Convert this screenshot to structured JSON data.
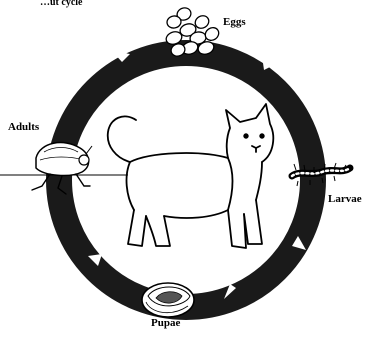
{
  "diagram": {
    "top_fragment": "…ut cycle",
    "stages": {
      "eggs": "Eggs",
      "larvae": "Larvae",
      "pupae": "Pupae",
      "adults": "Adults"
    }
  }
}
